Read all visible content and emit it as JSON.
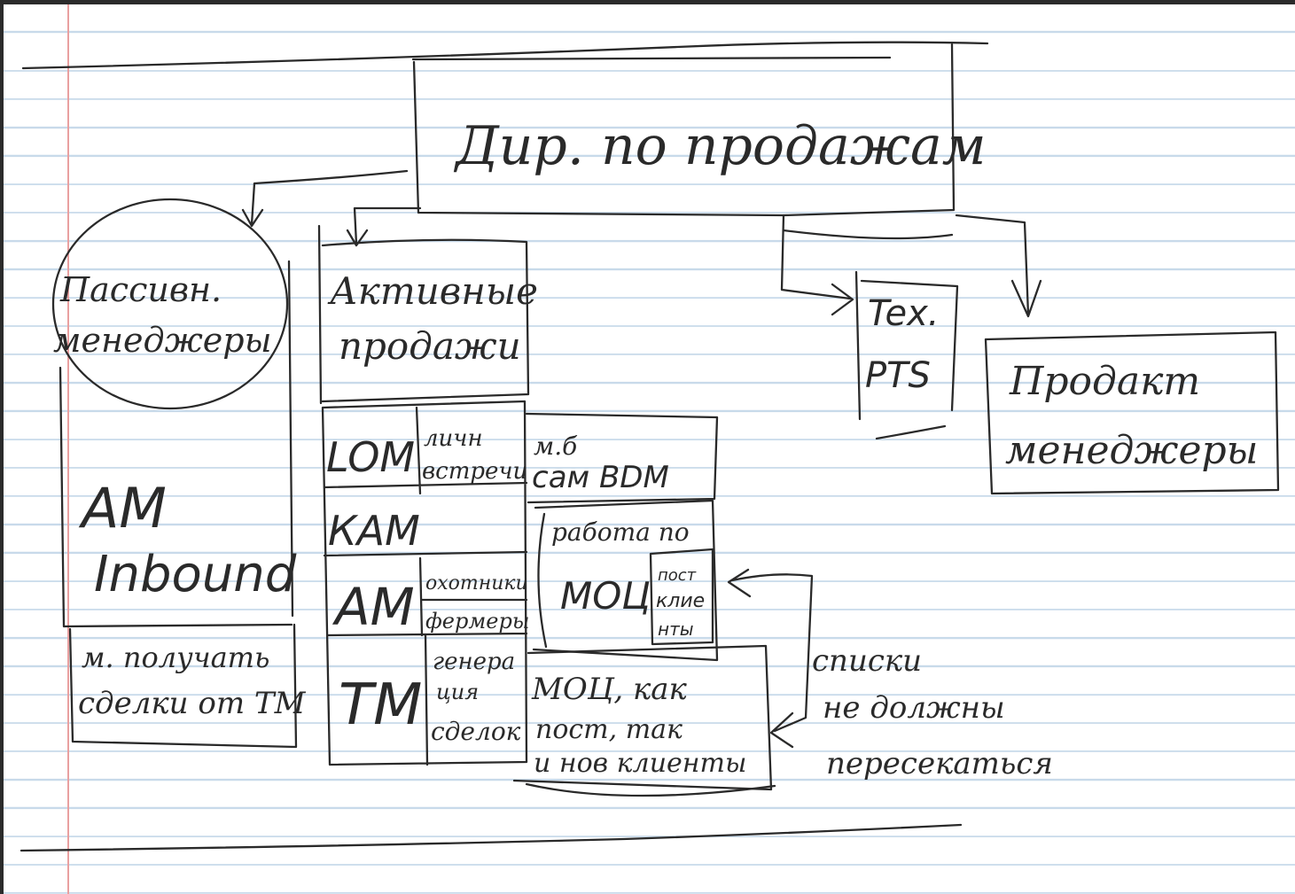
{
  "title": "Дир. по продажам",
  "nodes": {
    "passive": "Пассивн. менеджеры",
    "am_inbound_1": "AM",
    "am_inbound_2": "Inbound",
    "passive_note_1": "м. получать",
    "passive_note_2": "сделки от ТМ",
    "active_1": "Активные",
    "active_2": "продажи",
    "tex_1": "Tex.",
    "tex_2": "PTS",
    "product_1": "Продакт",
    "product_2": "менеджеры"
  },
  "table": {
    "rows": [
      {
        "role": "LOM",
        "task_1": "личн",
        "task_2": "встречи"
      },
      {
        "role": "КАМ",
        "task_1": "",
        "task_2": ""
      },
      {
        "role": "AM",
        "task_1": "охотники",
        "task_2": "фермеры"
      },
      {
        "role": "ТМ",
        "task_1": "генера",
        "task_2": "ция",
        "task_3": "сделок"
      }
    ]
  },
  "side": {
    "bdm_1": "м.б",
    "bdm_2": "сам BDM",
    "work_1": "работа по",
    "work_2": "МОЦ",
    "postclients_1": "пост",
    "postclients_2": "клие",
    "postclients_3": "нты",
    "moc_1": "МОЦ, как",
    "moc_2": "пост, так",
    "moc_3": "и нов клиенты"
  },
  "note": {
    "line_1": "списки",
    "line_2": "не должны",
    "line_3": "пересекаться"
  },
  "colors": {
    "ink": "#2a2a2a",
    "rule": "#c8daea",
    "margin": "#e9a0a0",
    "frame": "#2b2b2b"
  }
}
